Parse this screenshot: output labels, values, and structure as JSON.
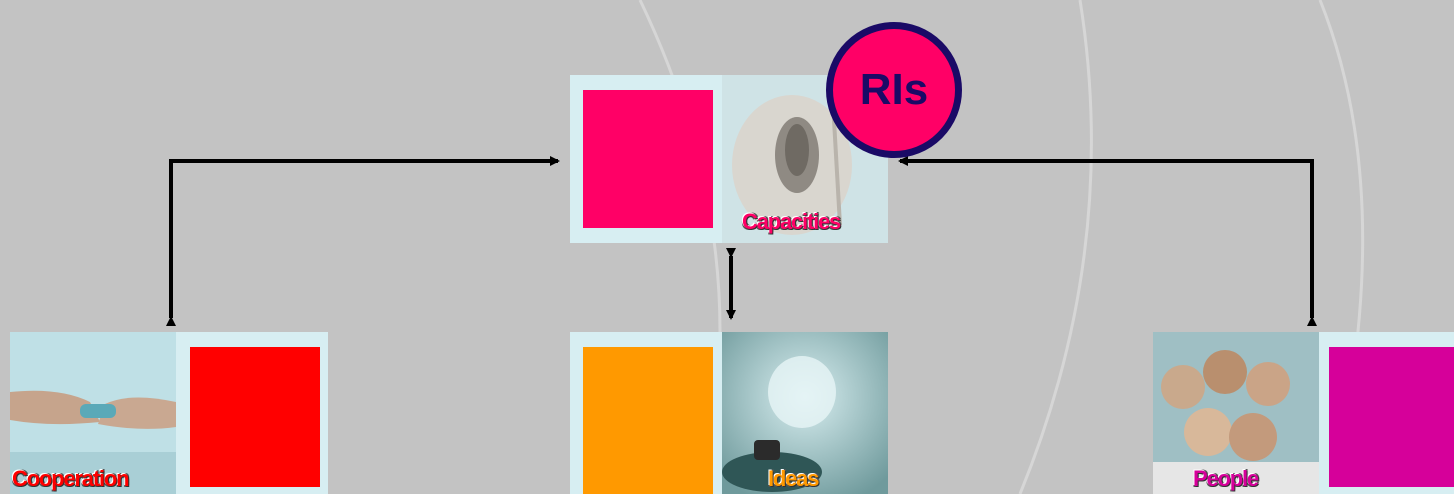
{
  "badge": {
    "label": "RIs",
    "color": "#ff0066",
    "border": "#1a0a66"
  },
  "nodes": {
    "capacities": {
      "label": "Capacities",
      "swatch": "#ff0066",
      "label_color": "#ff0066"
    },
    "cooperation": {
      "label": "Cooperation",
      "swatch": "#ff0000",
      "label_color": "#ff0000"
    },
    "ideas": {
      "label": "Ideas",
      "swatch": "#ff9900",
      "label_color": "#ff9900"
    },
    "people": {
      "label": "People",
      "swatch": "#d6009a",
      "label_color": "#d6009a"
    }
  },
  "connections": [
    {
      "from": "cooperation",
      "to": "capacities",
      "bidirectional": true
    },
    {
      "from": "ideas",
      "to": "capacities",
      "bidirectional": true
    },
    {
      "from": "people",
      "to": "capacities",
      "bidirectional": true
    }
  ]
}
